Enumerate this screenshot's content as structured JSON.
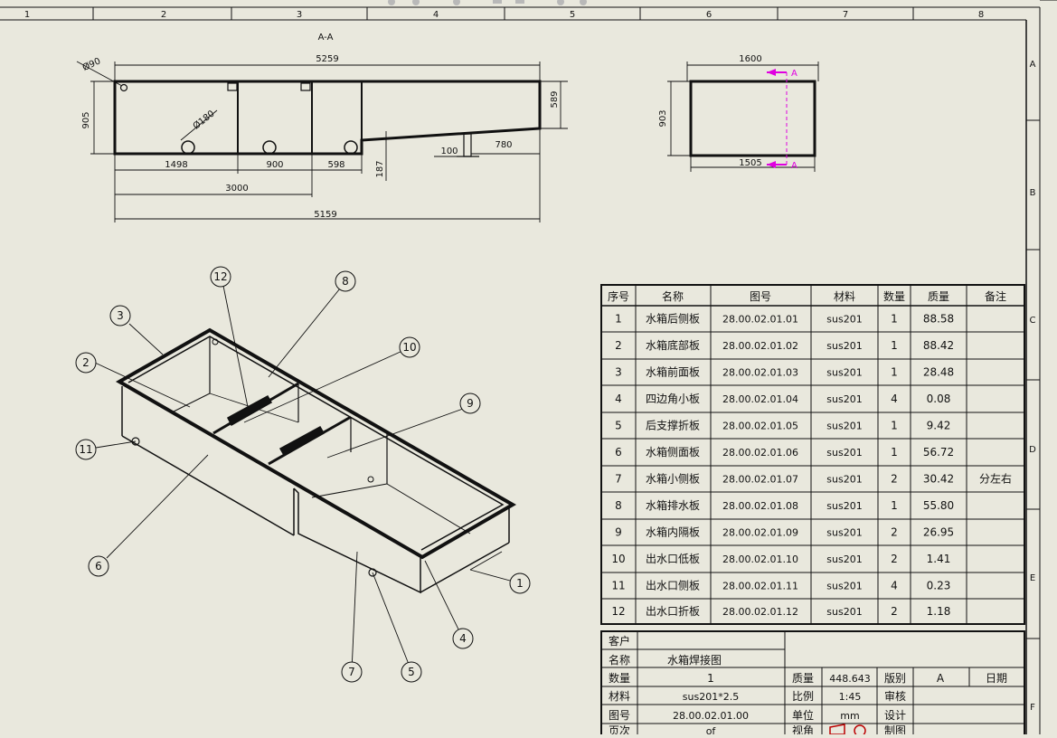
{
  "ruler": {
    "top": [
      "1",
      "2",
      "3",
      "4",
      "5",
      "6",
      "7",
      "8"
    ],
    "right": [
      "A",
      "B",
      "C",
      "D",
      "E",
      "F"
    ]
  },
  "section": {
    "label": "A-A",
    "dims": {
      "overall_top": "5259",
      "corner_dia": "Ø90",
      "outlet_dia": "Ø180",
      "height_left": "905",
      "height_right": "589",
      "d1498": "1498",
      "d900": "900",
      "d598": "598",
      "d3000": "3000",
      "d5159": "5159",
      "d187": "187",
      "d100": "100",
      "d780": "780"
    }
  },
  "topview": {
    "width_top": "1600",
    "width_bottom": "1505",
    "height": "903",
    "cut_a1": "A",
    "cut_a2": "A"
  },
  "balloons": [
    "1",
    "2",
    "3",
    "4",
    "5",
    "6",
    "7",
    "8",
    "9",
    "10",
    "11",
    "12"
  ],
  "bom": {
    "headers": [
      "序号",
      "名称",
      "图号",
      "材料",
      "数量",
      "质量",
      "备注"
    ],
    "rows": [
      [
        "1",
        "水箱后侧板",
        "28.00.02.01.01",
        "sus201",
        "1",
        "88.58",
        ""
      ],
      [
        "2",
        "水箱底部板",
        "28.00.02.01.02",
        "sus201",
        "1",
        "88.42",
        ""
      ],
      [
        "3",
        "水箱前面板",
        "28.00.02.01.03",
        "sus201",
        "1",
        "28.48",
        ""
      ],
      [
        "4",
        "四边角小板",
        "28.00.02.01.04",
        "sus201",
        "4",
        "0.08",
        ""
      ],
      [
        "5",
        "后支撑折板",
        "28.00.02.01.05",
        "sus201",
        "1",
        "9.42",
        ""
      ],
      [
        "6",
        "水箱侧面板",
        "28.00.02.01.06",
        "sus201",
        "1",
        "56.72",
        ""
      ],
      [
        "7",
        "水箱小侧板",
        "28.00.02.01.07",
        "sus201",
        "2",
        "30.42",
        "分左右"
      ],
      [
        "8",
        "水箱排水板",
        "28.00.02.01.08",
        "sus201",
        "1",
        "55.80",
        ""
      ],
      [
        "9",
        "水箱内隔板",
        "28.00.02.01.09",
        "sus201",
        "2",
        "26.95",
        ""
      ],
      [
        "10",
        "出水口低板",
        "28.00.02.01.10",
        "sus201",
        "2",
        "1.41",
        ""
      ],
      [
        "11",
        "出水口侧板",
        "28.00.02.01.11",
        "sus201",
        "4",
        "0.23",
        ""
      ],
      [
        "12",
        "出水口折板",
        "28.00.02.01.12",
        "sus201",
        "2",
        "1.18",
        ""
      ]
    ]
  },
  "title_block": {
    "customer_label": "客户",
    "customer_value": "",
    "name_label": "名称",
    "name_value": "水箱焊接图",
    "qty_label": "数量",
    "qty_value": "1",
    "mass_label": "质量",
    "mass_value": "448.643",
    "version_label": "版别",
    "version_value": "A",
    "date_label": "日期",
    "material_label": "材料",
    "material_value": "sus201*2.5",
    "scale_label": "比例",
    "scale_value": "1:45",
    "review_label": "审核",
    "drawing_label": "图号",
    "drawing_value": "28.00.02.01.00",
    "unit_label": "单位",
    "unit_value": "mm",
    "design_label": "设计",
    "page_label": "页次",
    "page_value": "of",
    "view_label": "视角",
    "maker_label": "制图"
  }
}
